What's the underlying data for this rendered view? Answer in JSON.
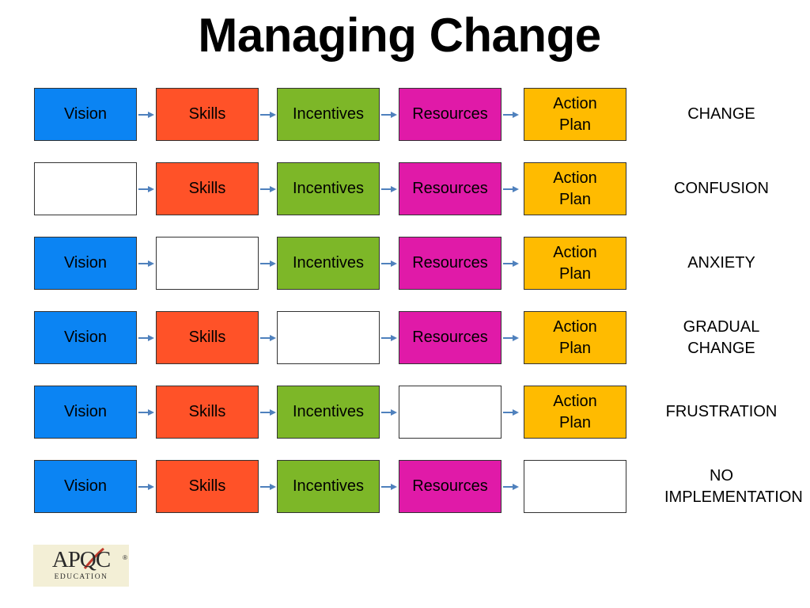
{
  "title": "Managing Change",
  "colors": {
    "vision": "#0b84f3",
    "skills": "#ff5228",
    "incentives": "#7db728",
    "resources": "#e01aa8",
    "action_plan": "#ffbb00",
    "empty": "#ffffff",
    "arrow": "#4f81bd",
    "logo_accent": "#c0392b"
  },
  "rows": [
    {
      "boxes": [
        "Vision",
        "Skills",
        "Incentives",
        "Resources",
        "Action Plan"
      ],
      "outcome": "CHANGE"
    },
    {
      "boxes": [
        "",
        "Skills",
        "Incentives",
        "Resources",
        "Action Plan"
      ],
      "outcome": "CONFUSION"
    },
    {
      "boxes": [
        "Vision",
        "",
        "Incentives",
        "Resources",
        "Action Plan"
      ],
      "outcome": "ANXIETY"
    },
    {
      "boxes": [
        "Vision",
        "Skills",
        "",
        "Resources",
        "Action Plan"
      ],
      "outcome": "GRADUAL CHANGE"
    },
    {
      "boxes": [
        "Vision",
        "Skills",
        "Incentives",
        "",
        "Action Plan"
      ],
      "outcome": "FRUSTRATION"
    },
    {
      "boxes": [
        "Vision",
        "Skills",
        "Incentives",
        "Resources",
        ""
      ],
      "outcome": "NO IMPLEMENTATION"
    }
  ],
  "logo": {
    "name": "APQC",
    "subtitle": "EDUCATION",
    "registered": "®"
  }
}
